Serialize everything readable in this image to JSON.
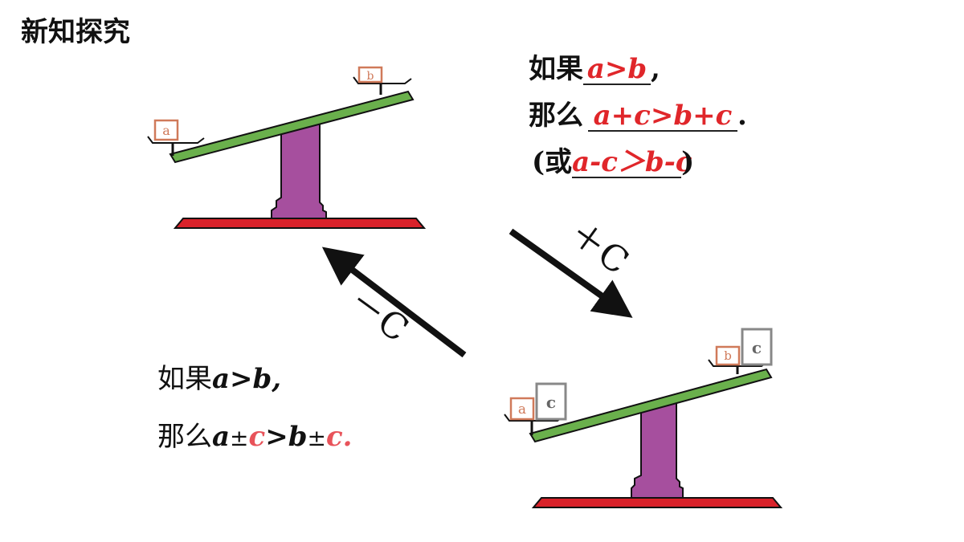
{
  "title": "新知探究",
  "top_text": {
    "line1_prefix": "如果",
    "line1_answer": "a>b",
    "line1_suffix": ",",
    "line2_prefix": "那么",
    "line2_answer": "a+c>b+c",
    "line2_suffix": ".",
    "line3_prefix": "(或",
    "line3_answer": "a-c＞b-c",
    "line3_suffix": ")"
  },
  "bottom_text": {
    "line1_prefix": "如果",
    "line1_expr": "a>b",
    "line1_suffix": ",",
    "line2_prefix": "那么",
    "line2_a": "a",
    "line2_pm1": "±",
    "line2_c1": "c",
    "line2_gt": ">",
    "line2_b": "b",
    "line2_pm2": "±",
    "line2_c2": "c."
  },
  "arrows": {
    "plus_label": "＋C",
    "minus_label": "－C"
  },
  "boxes": {
    "left_a": "a",
    "left_b": "b",
    "right_a": "a",
    "right_b": "b",
    "right_c1": "c",
    "right_c2": "c"
  },
  "colors": {
    "beam": "#6ab04c",
    "fulcrum": "#a64f9e",
    "base": "#d9222a",
    "box_border": "#d07a5a",
    "c_box_border": "#888888",
    "answer": "#e0262a"
  }
}
